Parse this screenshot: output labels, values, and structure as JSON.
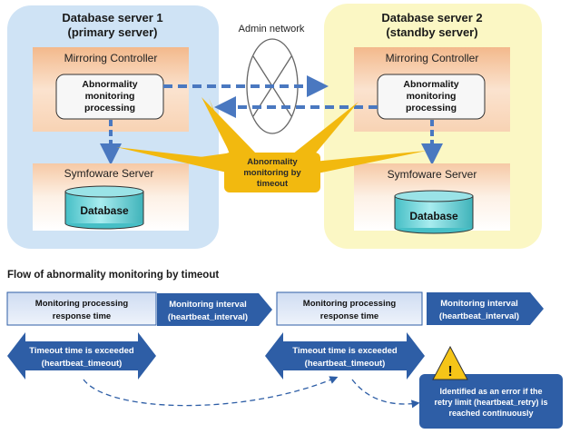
{
  "server1": {
    "title_line1": "Database server 1",
    "title_line2": "(primary server)",
    "controller": "Mirroring Controller",
    "process_line1": "Abnormality",
    "process_line2": "monitoring",
    "process_line3": "processing",
    "symfoware": "Symfoware Server",
    "database": "Database"
  },
  "server2": {
    "title_line1": "Database server 2",
    "title_line2": "(standby server)",
    "controller": "Mirroring Controller",
    "process_line1": "Abnormality",
    "process_line2": "monitoring",
    "process_line3": "processing",
    "symfoware": "Symfoware Server",
    "database": "Database"
  },
  "network": {
    "label": "Admin network"
  },
  "callout": {
    "line1": "Abnormality",
    "line2": "monitoring by",
    "line3": "timeout"
  },
  "flow": {
    "title": "Flow of abnormality monitoring by timeout",
    "response_line1": "Monitoring processing",
    "response_line2": "response time",
    "interval_line1": "Monitoring interval",
    "interval_line2": "(heartbeat_interval)",
    "timeout_line1": "Timeout time is exceeded",
    "timeout_line2": "(heartbeat_timeout)",
    "error_line1": "Identified as an error if the",
    "error_line2": "retry limit (heartbeat_retry) is",
    "error_line3": "reached continuously",
    "warning_symbol": "!"
  },
  "colors": {
    "server1_bg": "#cfe3f5",
    "server2_bg": "#fbf7c4",
    "controller": "#f5c7a0",
    "arrow_blue": "#4a78c0",
    "flow_blue": "#2e5ea6",
    "callout": "#f2b90f",
    "cylinder": "#6fd3d8"
  }
}
